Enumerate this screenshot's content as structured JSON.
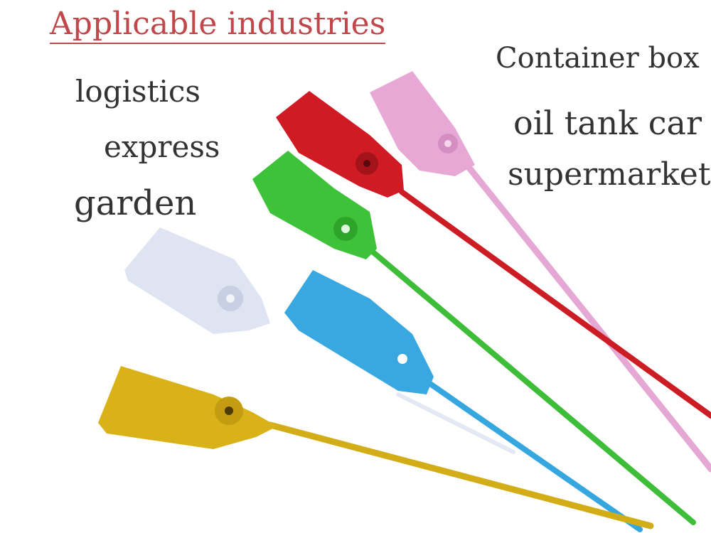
{
  "heading": "Applicable industries",
  "left_industries": [
    "logistics",
    "express",
    "garden"
  ],
  "right_industries": [
    "Container box",
    "oil tank car",
    "supermarket"
  ],
  "colors": {
    "heading": "#c0474a",
    "text": "#333333",
    "tags": [
      "#d01a24",
      "#e7a8d6",
      "#3ec23a",
      "#dfe4f3",
      "#3aa8e0",
      "#d9b21a"
    ]
  }
}
